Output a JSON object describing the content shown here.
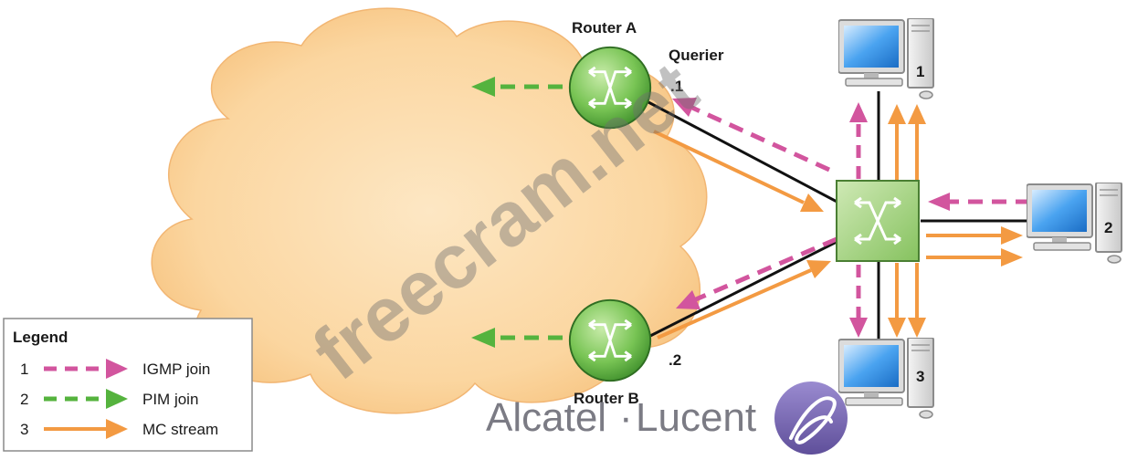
{
  "routers": {
    "a": {
      "name": "Router A",
      "role": "Querier",
      "address": ".1"
    },
    "b": {
      "name": "Router B",
      "address": ".2"
    }
  },
  "hosts": [
    "1",
    "2",
    "3"
  ],
  "legend": {
    "title": "Legend",
    "items": [
      {
        "num": "1",
        "label": "IGMP join",
        "color": "#d2559e",
        "style": "dashed"
      },
      {
        "num": "2",
        "label": "PIM join",
        "color": "#55b33e",
        "style": "dashed"
      },
      {
        "num": "3",
        "label": "MC stream",
        "color": "#f39a42",
        "style": "solid"
      }
    ]
  },
  "brand": {
    "left": "Alcatel",
    "dot": "·",
    "right": "Lucent"
  },
  "watermark": "freecram.net",
  "colors": {
    "cloud": "#fbd9a6",
    "router_green": "#7cc65a",
    "switch_green": "#a4d57d",
    "igmp": "#d2559e",
    "pim": "#55b33e",
    "stream": "#f39a42",
    "brand_purple": "#7d6db3"
  }
}
